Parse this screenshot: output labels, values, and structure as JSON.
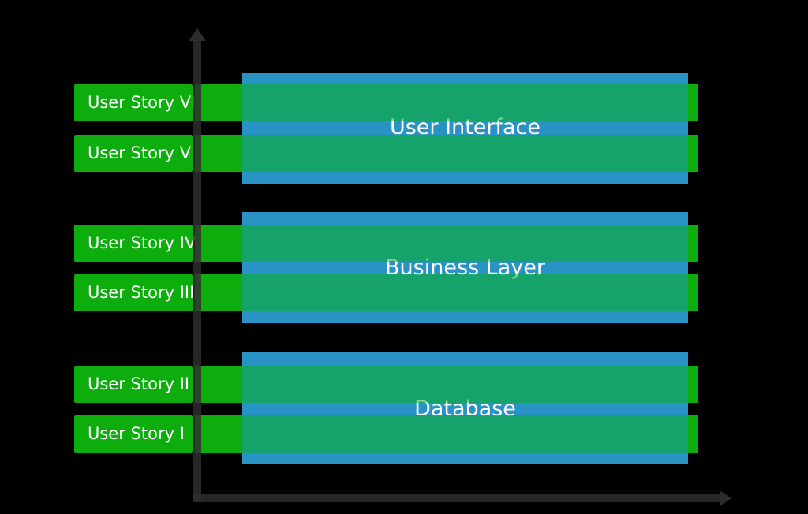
{
  "colors": {
    "background": "#000000",
    "story_green": "#0CAD0C",
    "overlap_teal": "#16A26B",
    "layer_blue": "#2A93C6",
    "axis_gray": "#2D2D2D",
    "axis_overlay": "rgba(47,47,47,0.82)",
    "story_label_text": "#FFFFFF",
    "layer_title_white": "#FFFFFF",
    "layer_title_green_tint": "#85D394"
  },
  "user_stories": [
    {
      "label": "User Story VI"
    },
    {
      "label": "User Story V"
    },
    {
      "label": "User Story IV"
    },
    {
      "label": "User Story III"
    },
    {
      "label": "User Story II"
    },
    {
      "label": "User Story I"
    }
  ],
  "layers": [
    {
      "label": "User Interface"
    },
    {
      "label": "Business Layer"
    },
    {
      "label": "Database"
    }
  ],
  "icons": {
    "y_axis_arrow": "up-arrow",
    "x_axis_arrow": "right-arrow"
  }
}
